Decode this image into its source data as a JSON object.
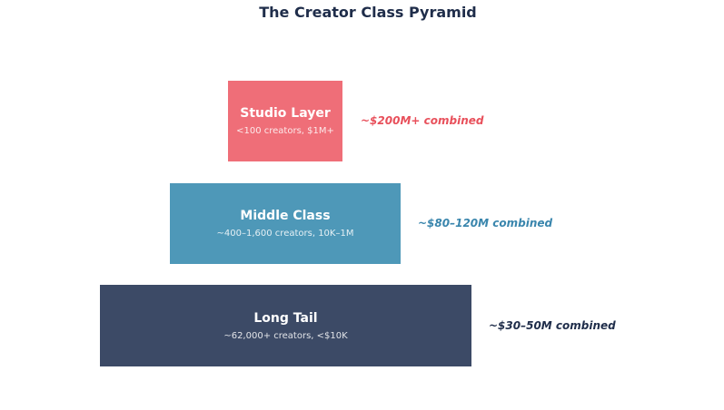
{
  "title": "The Creator Class Pyramid",
  "tiers": [
    {
      "name": "Studio Layer",
      "description": "<100 creators, $1M+",
      "combined": "~$200M+ combined",
      "color": "#ef6e78",
      "value_color": "#e8505b"
    },
    {
      "name": "Middle Class",
      "description": "~400–1,600 creators, 10K–1M",
      "combined": "~$80–120M combined",
      "color": "#4e98b8",
      "value_color": "#3a86ad"
    },
    {
      "name": "Long Tail",
      "description": "~62,000+ creators, <$10K",
      "combined": "~$30–50M combined",
      "color": "#3c4a66",
      "value_color": "#1f2d4a"
    }
  ]
}
